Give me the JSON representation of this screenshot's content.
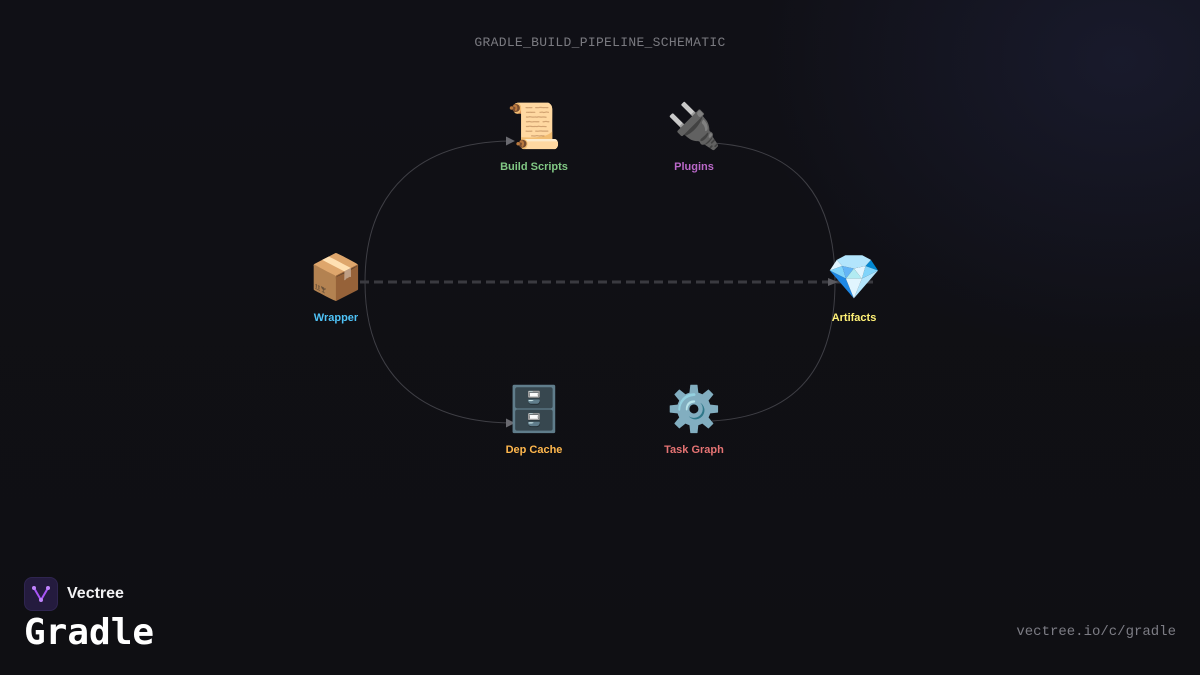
{
  "diagram": {
    "title": "GRADLE_BUILD_PIPELINE_SCHEMATIC",
    "nodes": [
      {
        "id": "wrapper",
        "label": "Wrapper",
        "icon": "package-icon",
        "glyph": "📦",
        "color": "#4fc3f7"
      },
      {
        "id": "build-scripts",
        "label": "Build Scripts",
        "icon": "scroll-icon",
        "glyph": "📜",
        "color": "#81c784"
      },
      {
        "id": "plugins",
        "label": "Plugins",
        "icon": "plug-icon",
        "glyph": "🔌",
        "color": "#ba68c8"
      },
      {
        "id": "artifacts",
        "label": "Artifacts",
        "icon": "gem-icon",
        "glyph": "💎",
        "color": "#fff176"
      },
      {
        "id": "dep-cache",
        "label": "Dep Cache",
        "icon": "file-cabinet-icon",
        "glyph": "🗄️",
        "color": "#ffb74d"
      },
      {
        "id": "task-graph",
        "label": "Task Graph",
        "icon": "gear-icon",
        "glyph": "⚙️",
        "color": "#e57373"
      }
    ],
    "edges": [
      {
        "from": "wrapper",
        "to": "build-scripts",
        "style": "curve"
      },
      {
        "from": "wrapper",
        "to": "dep-cache",
        "style": "curve"
      },
      {
        "from": "plugins",
        "to": "artifacts",
        "style": "curve"
      },
      {
        "from": "task-graph",
        "to": "artifacts",
        "style": "curve"
      },
      {
        "from": "wrapper",
        "to": "artifacts",
        "style": "dashed"
      }
    ]
  },
  "brand": {
    "name": "Vectree",
    "logo_icon": "vectree-logo-icon",
    "product": "Gradle",
    "url": "vectree.io/c/gradle",
    "accent": "#a855f7"
  }
}
